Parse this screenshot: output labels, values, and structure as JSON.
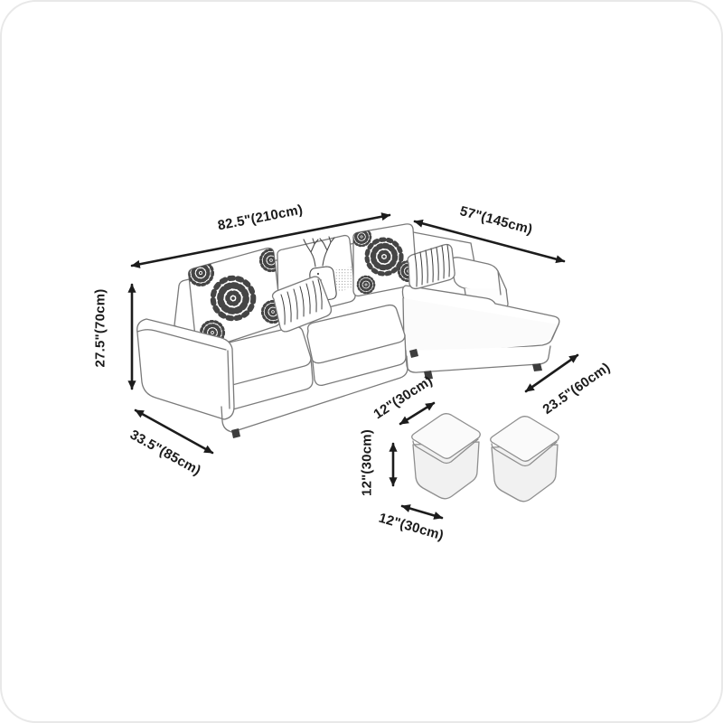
{
  "page": {
    "background": "#ffffff",
    "frame_border_color": "#e8e8e8"
  },
  "diagram": {
    "illustrations": {
      "sofa": "sectional-sofa-with-chaise-line-drawing",
      "ottoman_left": "cube-ottoman-line-drawing",
      "ottoman_right": "cube-ottoman-line-drawing"
    },
    "colors": {
      "dimension_ink": "#1c1c1c",
      "sketch_outline": "#7a7a7a",
      "pattern_ink": "#454545"
    },
    "dimensions": {
      "sofa_width": "82.5\"(210cm)",
      "chaise_length": "57\"(145cm)",
      "sofa_height": "27.5\"(70cm)",
      "sofa_depth": "33.5\"(85cm)",
      "chaise_depth": "23.5\"(60cm)",
      "ottoman_width": "12\"(30cm)",
      "ottoman_height": "12\"(30cm)",
      "ottoman_depth": "12\"(30cm)"
    }
  }
}
